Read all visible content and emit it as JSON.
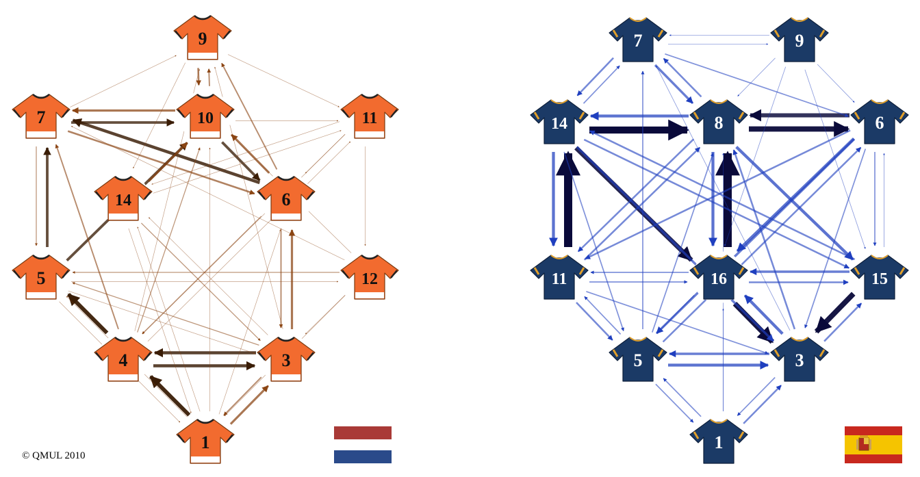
{
  "copyright": "© QMUL 2010",
  "colors": {
    "netherlands_shirt": "#f26b2f",
    "netherlands_edge": "#7a3a10",
    "netherlands_arrow": "#8b4513",
    "netherlands_arrow_dark": "#3a1d06",
    "spain_shirt": "#1b3a66",
    "spain_trim": "#e2a02a",
    "spain_arrow": "#1f3fbf",
    "spain_arrow_dark": "#0a0a3a",
    "flag_nl_red": "#a93a37",
    "flag_nl_white": "#ffffff",
    "flag_nl_blue": "#2a4a8a",
    "flag_es_red": "#c8281e",
    "flag_es_yellow": "#f5c400"
  },
  "teams": [
    {
      "name": "netherlands",
      "flag": "netherlands-flag",
      "players": [
        {
          "id": "9",
          "label": "9"
        },
        {
          "id": "7",
          "label": "7"
        },
        {
          "id": "10",
          "label": "10"
        },
        {
          "id": "11",
          "label": "11"
        },
        {
          "id": "14",
          "label": "14"
        },
        {
          "id": "6",
          "label": "6"
        },
        {
          "id": "5",
          "label": "5"
        },
        {
          "id": "12",
          "label": "12"
        },
        {
          "id": "4",
          "label": "4"
        },
        {
          "id": "3",
          "label": "3"
        },
        {
          "id": "1",
          "label": "1"
        }
      ],
      "passes": [
        {
          "from": "7",
          "to": "10",
          "w": 6
        },
        {
          "from": "10",
          "to": "7",
          "w": 5
        },
        {
          "from": "6",
          "to": "7",
          "w": 7
        },
        {
          "from": "7",
          "to": "6",
          "w": 4
        },
        {
          "from": "5",
          "to": "7",
          "w": 6
        },
        {
          "from": "7",
          "to": "5",
          "w": 2
        },
        {
          "from": "5",
          "to": "10",
          "w": 6
        },
        {
          "from": "14",
          "to": "10",
          "w": 5
        },
        {
          "from": "4",
          "to": "5",
          "w": 9
        },
        {
          "from": "4",
          "to": "3",
          "w": 7
        },
        {
          "from": "3",
          "to": "4",
          "w": 7
        },
        {
          "from": "1",
          "to": "4",
          "w": 9
        },
        {
          "from": "3",
          "to": "1",
          "w": 3
        },
        {
          "from": "1",
          "to": "3",
          "w": 5
        },
        {
          "from": "3",
          "to": "6",
          "w": 5
        },
        {
          "from": "6",
          "to": "3",
          "w": 3
        },
        {
          "from": "10",
          "to": "6",
          "w": 6
        },
        {
          "from": "6",
          "to": "10",
          "w": 5
        },
        {
          "from": "9",
          "to": "10",
          "w": 4
        },
        {
          "from": "10",
          "to": "9",
          "w": 3
        },
        {
          "from": "4",
          "to": "7",
          "w": 3
        },
        {
          "from": "6",
          "to": "9",
          "w": 3
        },
        {
          "from": "7",
          "to": "9",
          "w": 1
        },
        {
          "from": "9",
          "to": "11",
          "w": 1
        },
        {
          "from": "10",
          "to": "11",
          "w": 1
        },
        {
          "from": "11",
          "to": "6",
          "w": 1
        },
        {
          "from": "12",
          "to": "3",
          "w": 1
        },
        {
          "from": "12",
          "to": "5",
          "w": 2
        },
        {
          "from": "6",
          "to": "4",
          "w": 2
        },
        {
          "from": "4",
          "to": "10",
          "w": 2
        },
        {
          "from": "3",
          "to": "5",
          "w": 2
        },
        {
          "from": "5",
          "to": "3",
          "w": 1
        },
        {
          "from": "14",
          "to": "3",
          "w": 2
        },
        {
          "from": "4",
          "to": "9",
          "w": 1
        },
        {
          "from": "3",
          "to": "9",
          "w": 1
        },
        {
          "from": "1",
          "to": "10",
          "w": 1
        },
        {
          "from": "12",
          "to": "1",
          "w": 1
        },
        {
          "from": "11",
          "to": "12",
          "w": 1
        },
        {
          "from": "5",
          "to": "12",
          "w": 1
        },
        {
          "from": "14",
          "to": "11",
          "w": 1
        },
        {
          "from": "11",
          "to": "4",
          "w": 1
        },
        {
          "from": "1",
          "to": "6",
          "w": 1
        },
        {
          "from": "3",
          "to": "14",
          "w": 1
        },
        {
          "from": "5",
          "to": "1",
          "w": 1
        },
        {
          "from": "1",
          "to": "5",
          "w": 1
        },
        {
          "from": "12",
          "to": "7",
          "w": 1
        },
        {
          "from": "14",
          "to": "1",
          "w": 1
        },
        {
          "from": "1",
          "to": "14",
          "w": 1
        },
        {
          "from": "4",
          "to": "11",
          "w": 1
        },
        {
          "from": "12",
          "to": "10",
          "w": 1
        },
        {
          "from": "9",
          "to": "14",
          "w": 1
        },
        {
          "from": "11",
          "to": "14",
          "w": 1
        }
      ]
    },
    {
      "name": "spain",
      "flag": "spain-flag",
      "players": [
        {
          "id": "7",
          "label": "7"
        },
        {
          "id": "9",
          "label": "9"
        },
        {
          "id": "14",
          "label": "14"
        },
        {
          "id": "8",
          "label": "8"
        },
        {
          "id": "6",
          "label": "6"
        },
        {
          "id": "11",
          "label": "11"
        },
        {
          "id": "16",
          "label": "16"
        },
        {
          "id": "15",
          "label": "15"
        },
        {
          "id": "5",
          "label": "5"
        },
        {
          "id": "3",
          "label": "3"
        },
        {
          "id": "1",
          "label": "1"
        }
      ],
      "passes": [
        {
          "from": "14",
          "to": "8",
          "w": 12
        },
        {
          "from": "8",
          "to": "14",
          "w": 5
        },
        {
          "from": "8",
          "to": "6",
          "w": 9
        },
        {
          "from": "6",
          "to": "8",
          "w": 7
        },
        {
          "from": "11",
          "to": "14",
          "w": 14
        },
        {
          "from": "14",
          "to": "11",
          "w": 5
        },
        {
          "from": "16",
          "to": "8",
          "w": 14
        },
        {
          "from": "8",
          "to": "16",
          "w": 5
        },
        {
          "from": "16",
          "to": "3",
          "w": 9
        },
        {
          "from": "3",
          "to": "16",
          "w": 5
        },
        {
          "from": "15",
          "to": "3",
          "w": 9
        },
        {
          "from": "3",
          "to": "15",
          "w": 3
        },
        {
          "from": "5",
          "to": "3",
          "w": 5
        },
        {
          "from": "3",
          "to": "5",
          "w": 4
        },
        {
          "from": "14",
          "to": "16",
          "w": 8
        },
        {
          "from": "8",
          "to": "15",
          "w": 5
        },
        {
          "from": "6",
          "to": "16",
          "w": 5
        },
        {
          "from": "14",
          "to": "3",
          "w": 4
        },
        {
          "from": "6",
          "to": "5",
          "w": 4
        },
        {
          "from": "11",
          "to": "8",
          "w": 3
        },
        {
          "from": "8",
          "to": "11",
          "w": 3
        },
        {
          "from": "7",
          "to": "14",
          "w": 3
        },
        {
          "from": "14",
          "to": "7",
          "w": 2
        },
        {
          "from": "7",
          "to": "8",
          "w": 4
        },
        {
          "from": "8",
          "to": "7",
          "w": 3
        },
        {
          "from": "7",
          "to": "9",
          "w": 1
        },
        {
          "from": "9",
          "to": "7",
          "w": 1
        },
        {
          "from": "6",
          "to": "15",
          "w": 2
        },
        {
          "from": "15",
          "to": "6",
          "w": 1
        },
        {
          "from": "1",
          "to": "3",
          "w": 3
        },
        {
          "from": "3",
          "to": "1",
          "w": 2
        },
        {
          "from": "1",
          "to": "5",
          "w": 2
        },
        {
          "from": "5",
          "to": "1",
          "w": 2
        },
        {
          "from": "11",
          "to": "5",
          "w": 3
        },
        {
          "from": "5",
          "to": "11",
          "w": 2
        },
        {
          "from": "16",
          "to": "11",
          "w": 2
        },
        {
          "from": "15",
          "to": "16",
          "w": 4
        },
        {
          "from": "16",
          "to": "15",
          "w": 3
        },
        {
          "from": "9",
          "to": "6",
          "w": 1
        },
        {
          "from": "9",
          "to": "8",
          "w": 1
        },
        {
          "from": "7",
          "to": "6",
          "w": 2
        },
        {
          "from": "5",
          "to": "8",
          "w": 2
        },
        {
          "from": "3",
          "to": "8",
          "w": 3
        },
        {
          "from": "1",
          "to": "16",
          "w": 1
        },
        {
          "from": "11",
          "to": "16",
          "w": 2
        },
        {
          "from": "14",
          "to": "15",
          "w": 3
        },
        {
          "from": "15",
          "to": "14",
          "w": 3
        },
        {
          "from": "5",
          "to": "7",
          "w": 2
        },
        {
          "from": "3",
          "to": "7",
          "w": 1
        },
        {
          "from": "11",
          "to": "3",
          "w": 2
        },
        {
          "from": "5",
          "to": "6",
          "w": 3
        },
        {
          "from": "6",
          "to": "11",
          "w": 3
        },
        {
          "from": "1",
          "to": "8",
          "w": 1
        },
        {
          "from": "16",
          "to": "5",
          "w": 2
        },
        {
          "from": "6",
          "to": "3",
          "w": 2
        },
        {
          "from": "9",
          "to": "15",
          "w": 1
        },
        {
          "from": "14",
          "to": "5",
          "w": 2
        },
        {
          "from": "9",
          "to": "16",
          "w": 1
        }
      ]
    }
  ]
}
